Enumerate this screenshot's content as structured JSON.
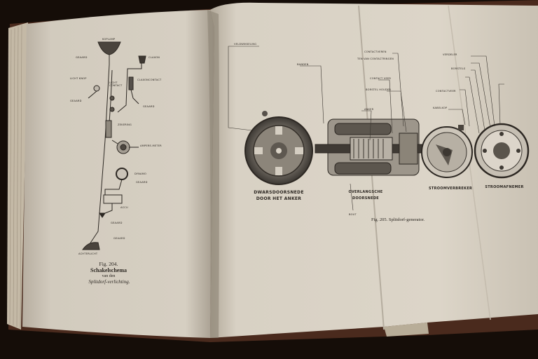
{
  "left_page": {
    "labels": {
      "koplamp": "KOPLAMP",
      "geaard1": "GEAARD",
      "claxon": "CLAXON",
      "licht_knop": "LICHT KNOP",
      "licht_contact": "LICHT CONTACT",
      "claxon_contact": "CLAXONCONTACT",
      "geaard2": "GEAARD",
      "geaard3": "GEAARD",
      "zekering": "ZEKERING",
      "ampere_meter": "AMPERE-METER",
      "dynamo": "DYNAMO",
      "geaard4": "GEAARD",
      "accu": "ACCU",
      "geaard5": "GEAARD",
      "geaard6": "GEAARD",
      "achterlicht": "ACHTERLICHT"
    },
    "caption": {
      "fig": "Fig. 204.",
      "title": "Schakelschema",
      "line2": "van den",
      "line3": "Splitdorf-verlichting."
    }
  },
  "right_page": {
    "labels": {
      "veldwikkeling": "VELDWIKKELING",
      "contactveren": "CONTACTVEREN",
      "contactringen": "TEN VAN CONTACTRINGEN",
      "banden": "BANDEN",
      "contact_veer": "CONTACT VEER",
      "borstelhouder": "BORSTEL HOUDER",
      "anker": "ANKER",
      "bout": "BOUT",
      "verdeler": "VERDELER",
      "contactveer2": "CONTACTVEER",
      "borstels": "BORSTELS",
      "kabelkop": "KABELKOP"
    },
    "section_titles": {
      "dwars": "DWARSDOORSNEDE DOOR HET ANKER",
      "overlangs": "OVERLANGSCHE DOORSNEDE",
      "stroomverbreker": "STROOMVERBREKER",
      "stroomafnemer": "STROOMAFNEMER"
    },
    "caption": "Fig. 205.  Splitdorf-generator."
  }
}
